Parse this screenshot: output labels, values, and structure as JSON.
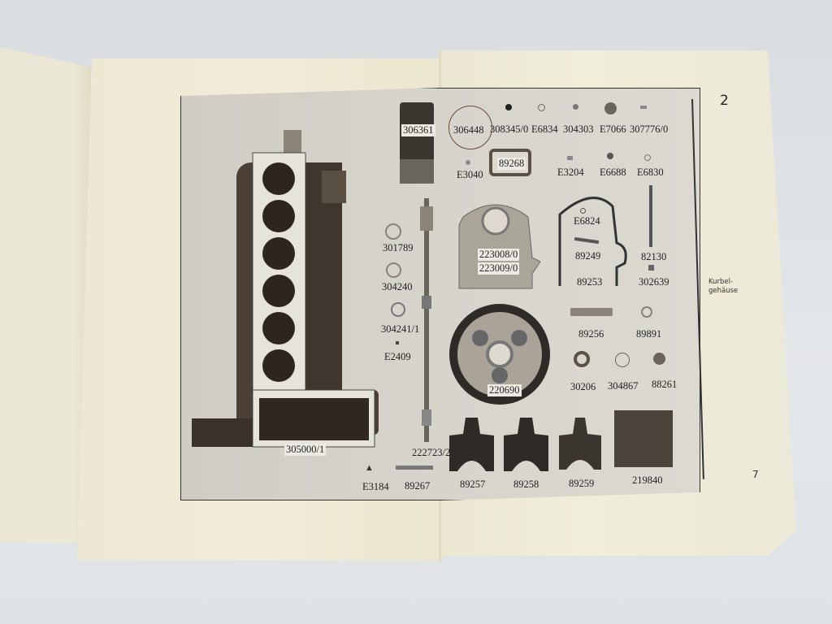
{
  "page": {
    "section_number": "2",
    "page_number": "7",
    "section_title": "Kurbel-gehäuse",
    "section_title_line1": "Kurbel-",
    "section_title_line2": "gehäuse"
  },
  "parts": {
    "engine_block": "305000/1",
    "cylinder_liner": "306361",
    "ring_large": "306448",
    "row1": [
      "308345/0",
      "E6834",
      "304303",
      "E7066",
      "307776/0"
    ],
    "row2": [
      "E3040",
      "89268",
      "E3204",
      "E6688",
      "E6830"
    ],
    "left_column": [
      "301789",
      "304240",
      "304241/1",
      "E2409"
    ],
    "timing_cover": [
      "223008/0",
      "223009/0"
    ],
    "gasket_group": [
      "E6824",
      "89249",
      "89253"
    ],
    "rod": "82130",
    "small_block": "302639",
    "gear": "220690",
    "bolt": "89256",
    "washer": "89891",
    "bearing": "30206",
    "ring_small": "304867",
    "plug": "88261",
    "shaft": "222723/2",
    "bottom_row": [
      "E3184",
      "89267",
      "89257",
      "89258",
      "89259",
      "219840"
    ]
  },
  "colors": {
    "paper": "#eeeAD6",
    "plate": "#d4d2c9",
    "ink": "#222222",
    "background": "#dfe3e6"
  }
}
